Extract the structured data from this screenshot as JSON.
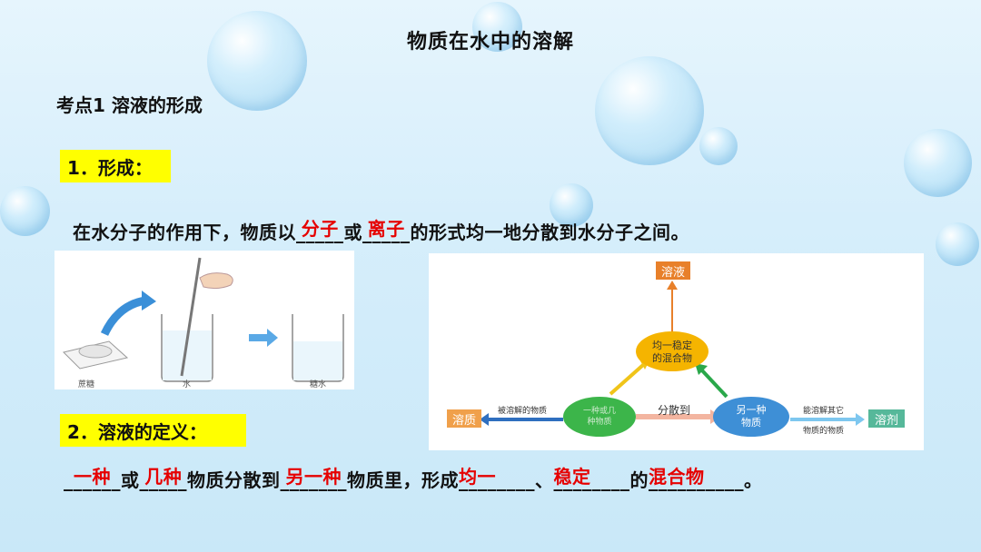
{
  "title": "物质在水中的溶解",
  "section": "考点1  溶液的形成",
  "heading1": "1．形成：",
  "heading2": "2．溶液的定义：",
  "line1": {
    "a": "在水分子的作用下，物质以",
    "b1": "_____",
    "ans1": "分子",
    "c": "或",
    "b2": "_____",
    "ans2": "离子",
    "d": "的形式均一地分散到水分子之间。"
  },
  "line2": {
    "b1": "______",
    "ans1": "一种",
    "a": "或",
    "b2": "_____",
    "ans2": "几种",
    "b": "物质分散到",
    "b3": "_______",
    "ans3": "另一种",
    "c": "物质里，形成",
    "b4": "________",
    "ans4": "均一",
    "d": "、",
    "b5": "________",
    "ans5": "稳定",
    "e": "的",
    "b6": "__________",
    "ans6": "混合物",
    "f": "。"
  },
  "figure_left": {
    "cap1": "蔗糖",
    "cap2": "水",
    "cap3": "糖水"
  },
  "figure_right": {
    "solution": "溶液",
    "stable": "均一稳定\n的混合物",
    "solute": "溶质",
    "solute_desc": "被溶解的物质",
    "one_kind": "一种或几\n种物质",
    "disperse": "分散到",
    "another": "另一种\n物质",
    "solvent_desc1": "能溶解其它",
    "solvent_desc2": "物质的物质",
    "solvent": "溶剂"
  }
}
